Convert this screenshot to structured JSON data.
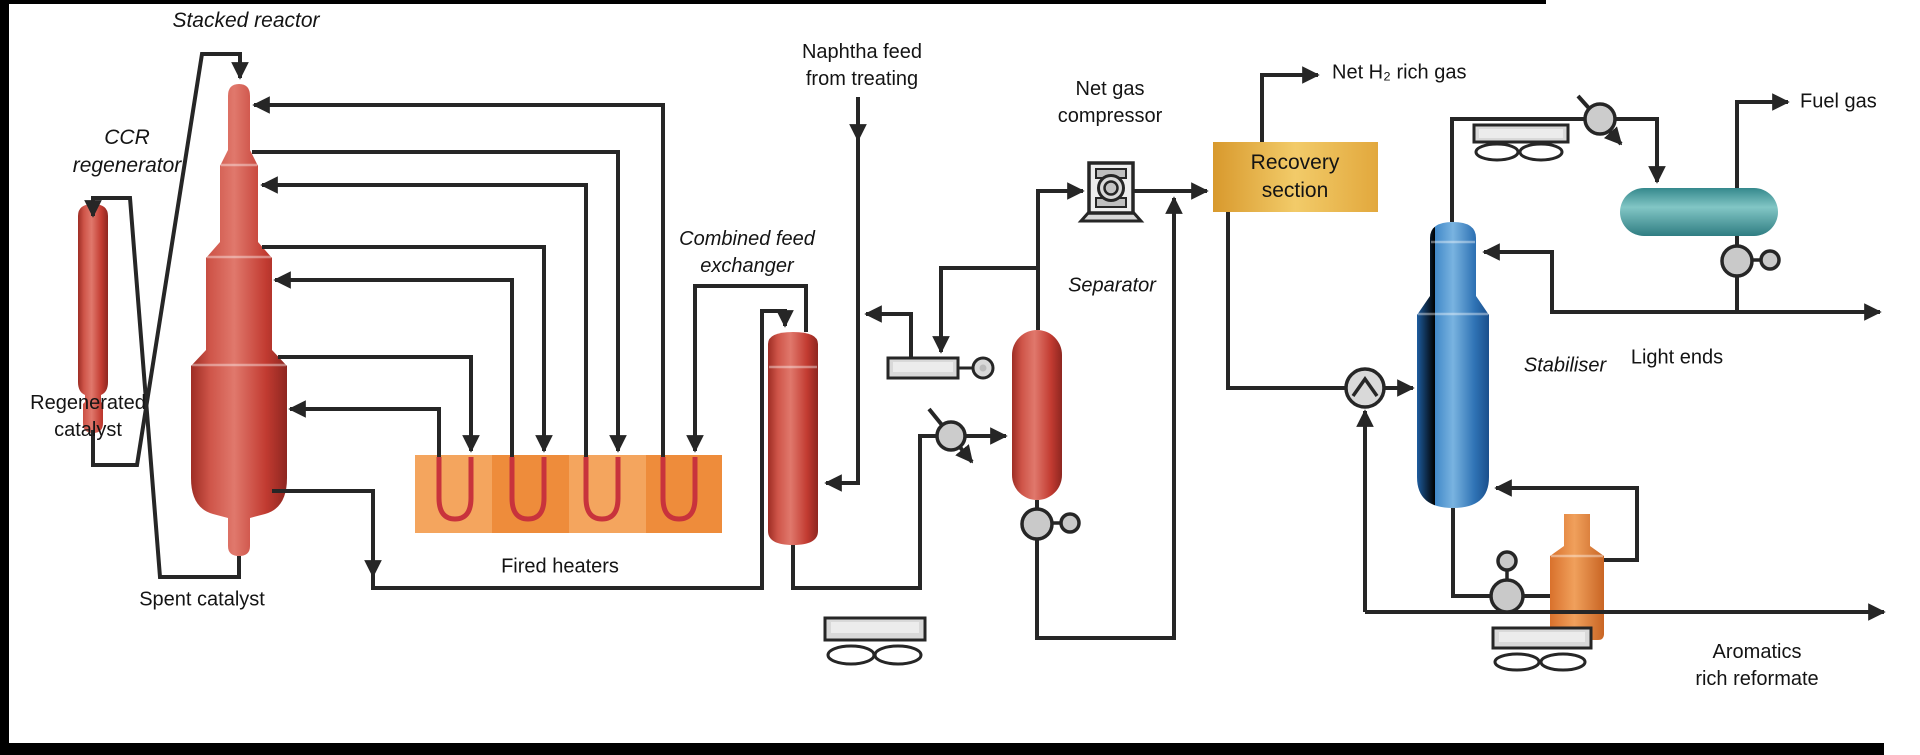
{
  "labels": {
    "stacked_reactor": "Stacked reactor",
    "ccr_regenerator": "CCR\nregenerator",
    "regenerated_catalyst": "Regenerated\ncatalyst",
    "spent_catalyst": "Spent catalyst",
    "fired_heaters": "Fired heaters",
    "combined_feed_exchanger": "Combined feed\nexchanger",
    "naphtha_feed": "Naphtha feed\nfrom treating",
    "net_gas_compressor": "Net gas\ncompressor",
    "separator": "Separator",
    "recovery_section": "Recovery\nsection",
    "net_h2_rich_gas": "Net H₂ rich gas",
    "fuel_gas": "Fuel gas",
    "light_ends": "Light ends",
    "stabiliser": "Stabiliser",
    "aromatics_rich_reformate": "Aromatics\nrich reformate"
  },
  "colors": {
    "background": "#ffffff",
    "line": "#262626",
    "vessel_red": "#c7443a",
    "heater_orange": "#f09a4d",
    "heater_tube_red": "#c8333c",
    "recovery_gold": "#e9b854",
    "stabiliser_blue": "#2e79bd",
    "drum_teal": "#55a8aa",
    "reboiler_orange": "#e8853d",
    "equipment_gray": "#d9d9d9",
    "frame_black": "#000000",
    "text": "#141414"
  }
}
